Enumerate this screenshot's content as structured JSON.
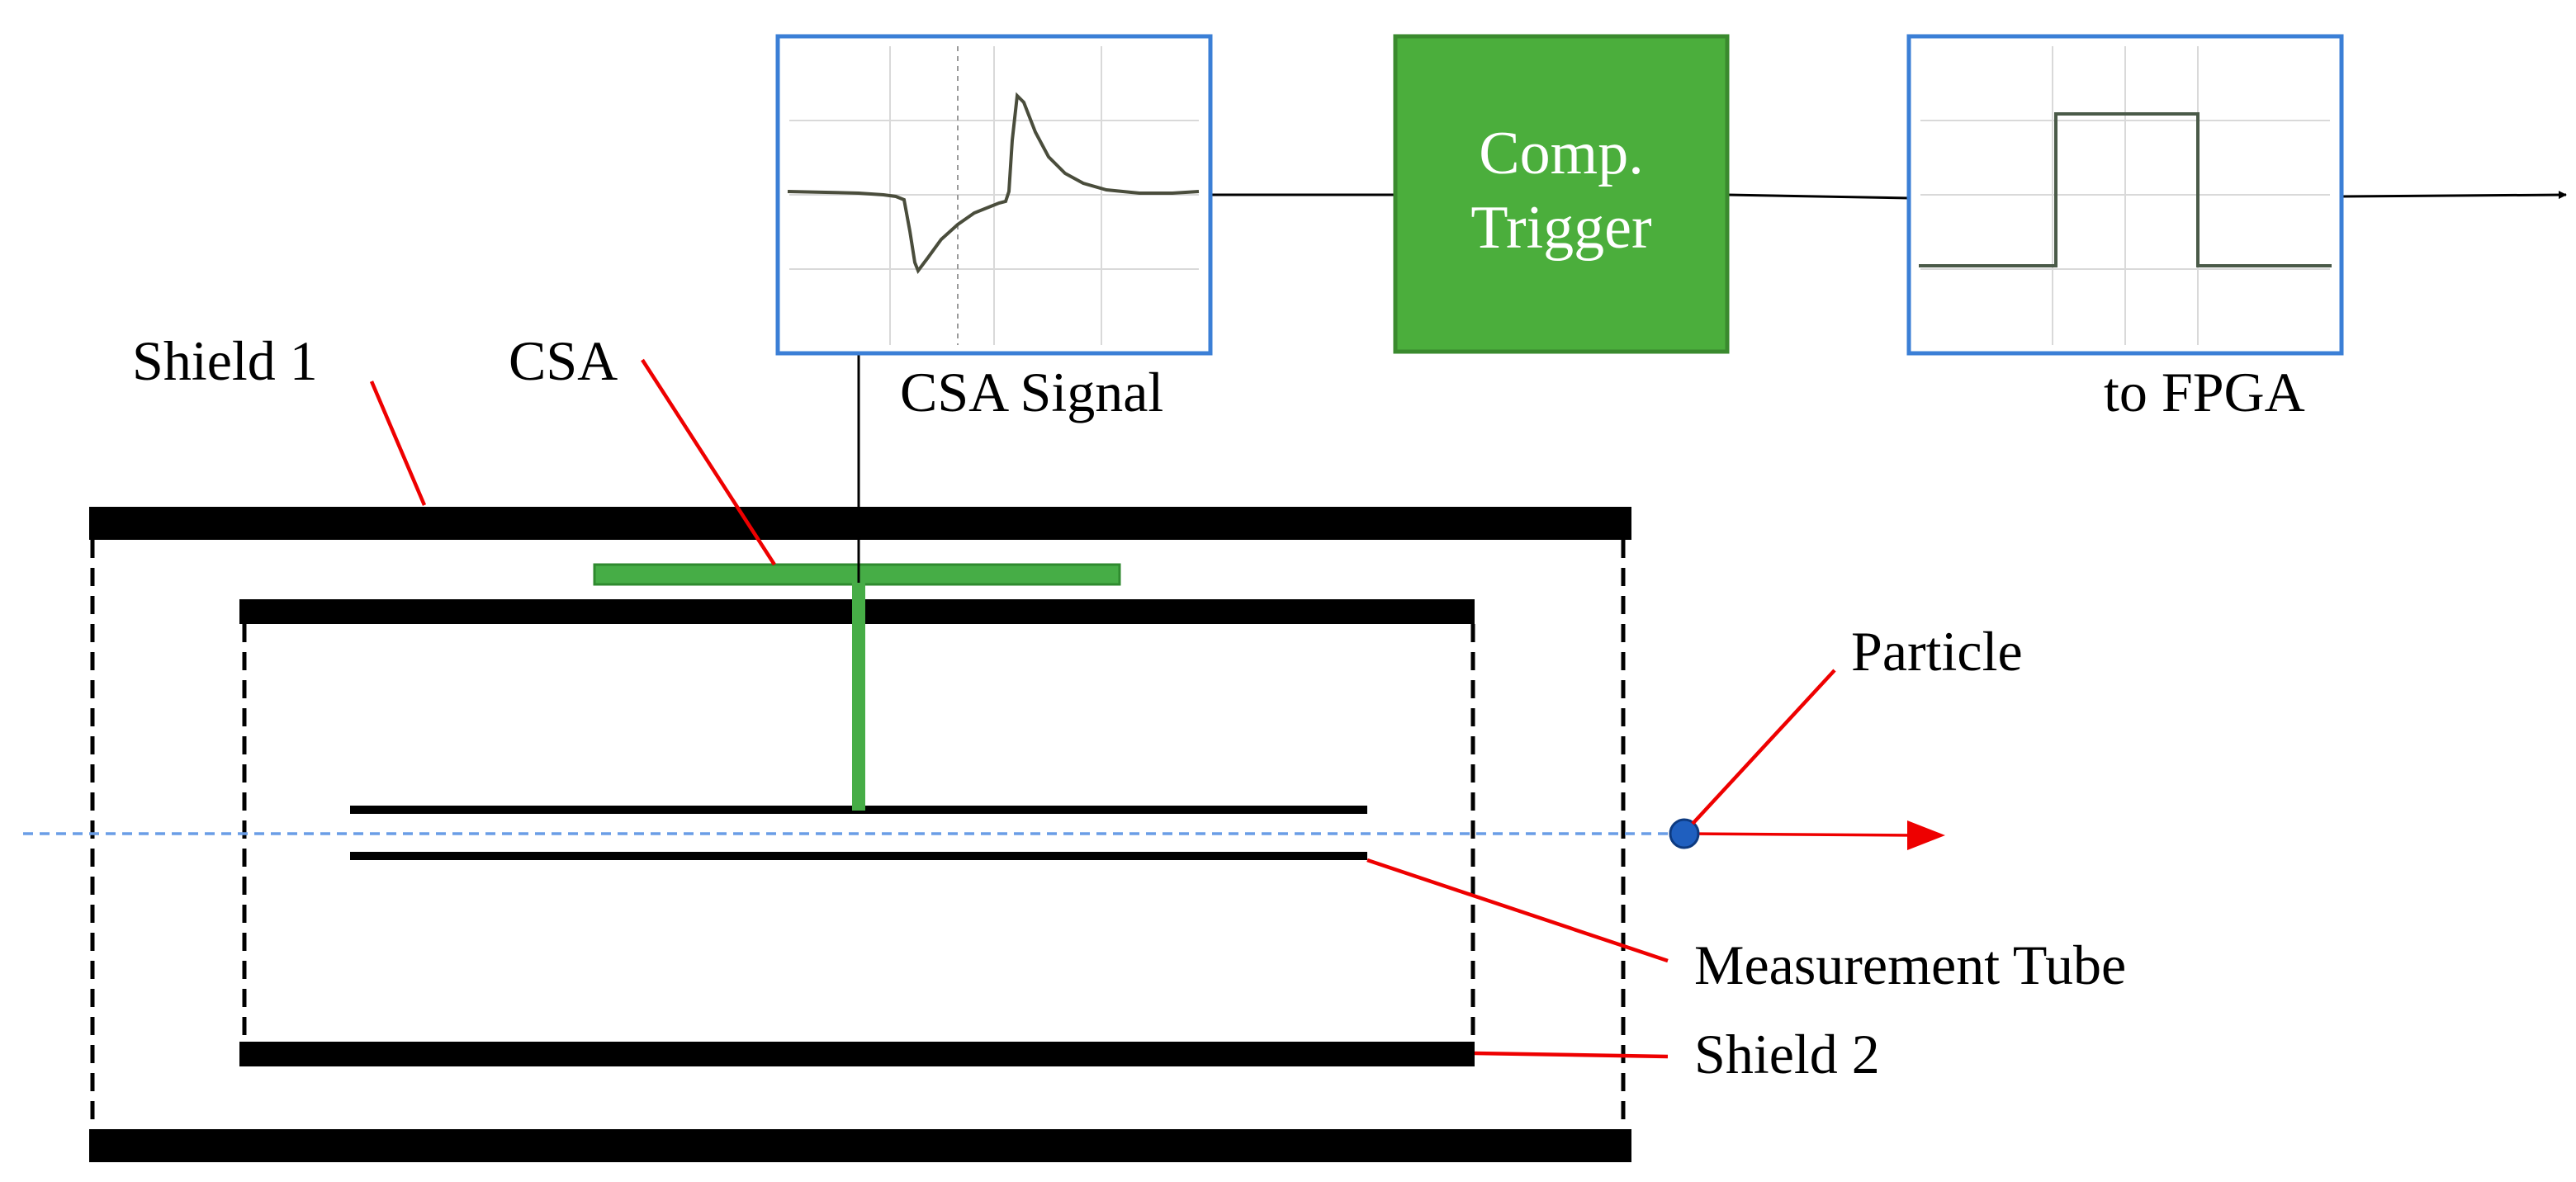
{
  "labels": {
    "shield1": "Shield 1",
    "csa": "CSA",
    "csa_signal": "CSA Signal",
    "comp_trigger_line1": "Comp.",
    "comp_trigger_line2": "Trigger",
    "to_fpga": "to FPGA",
    "particle": "Particle",
    "measurement_tube": "Measurement Tube",
    "shield2": "Shield 2"
  },
  "colors": {
    "shield": "#000000",
    "csa_electrode": "#46ad46",
    "comp_box_fill": "#4bae3c",
    "scope_border": "#3b7fd6",
    "scope_grid": "#d9d9d9",
    "waveform": "#4a4d3c",
    "leader_line": "#ee0000",
    "beam_axis": "#6a9de6",
    "particle_fill": "#1f5fbf",
    "particle_arrow": "#ee0000",
    "signal_wire": "#000000"
  }
}
